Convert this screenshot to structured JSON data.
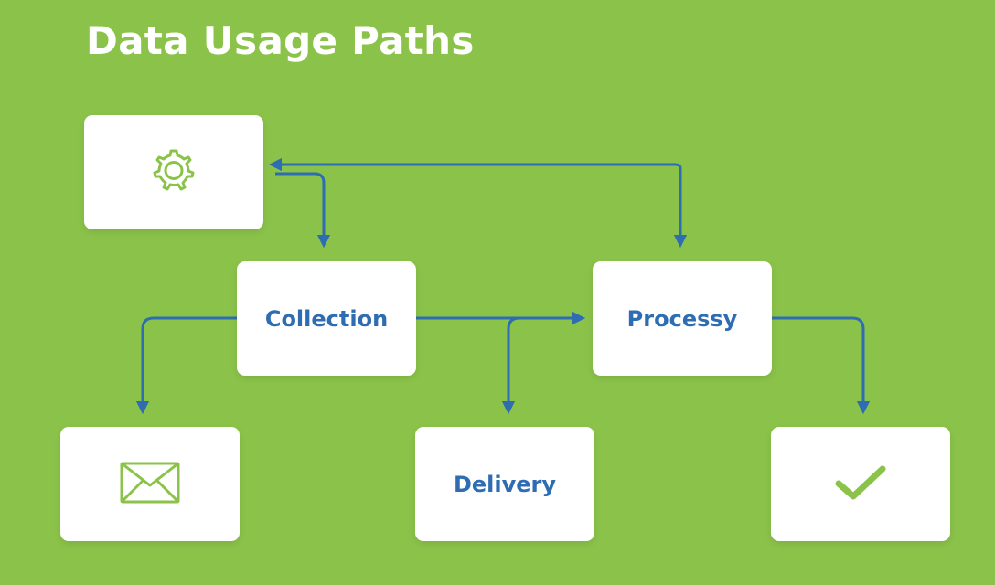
{
  "diagram": {
    "title": "Data Usage Paths",
    "colors": {
      "background": "#8bc34a",
      "node_fill": "#ffffff",
      "connector": "#2f6db3",
      "label_text": "#2f6db3",
      "icon_green": "#8bc34a",
      "title_text": "#ffffff"
    },
    "nodes": [
      {
        "id": "settings",
        "label": "",
        "icon": "gear-icon"
      },
      {
        "id": "collection",
        "label": "Collection",
        "icon": ""
      },
      {
        "id": "processy",
        "label": "Processy",
        "icon": ""
      },
      {
        "id": "mail",
        "label": "",
        "icon": "envelope-icon"
      },
      {
        "id": "delivery",
        "label": "Delivery",
        "icon": ""
      },
      {
        "id": "check",
        "label": "",
        "icon": "checkmark-icon"
      }
    ],
    "edges": [
      {
        "from": "processy",
        "to": "settings"
      },
      {
        "from": "settings",
        "to": "collection"
      },
      {
        "from": "settings",
        "to": "processy"
      },
      {
        "from": "collection",
        "to": "processy"
      },
      {
        "from": "collection",
        "to": "mail"
      },
      {
        "from": "collection",
        "to": "delivery"
      },
      {
        "from": "processy",
        "to": "check"
      }
    ]
  }
}
